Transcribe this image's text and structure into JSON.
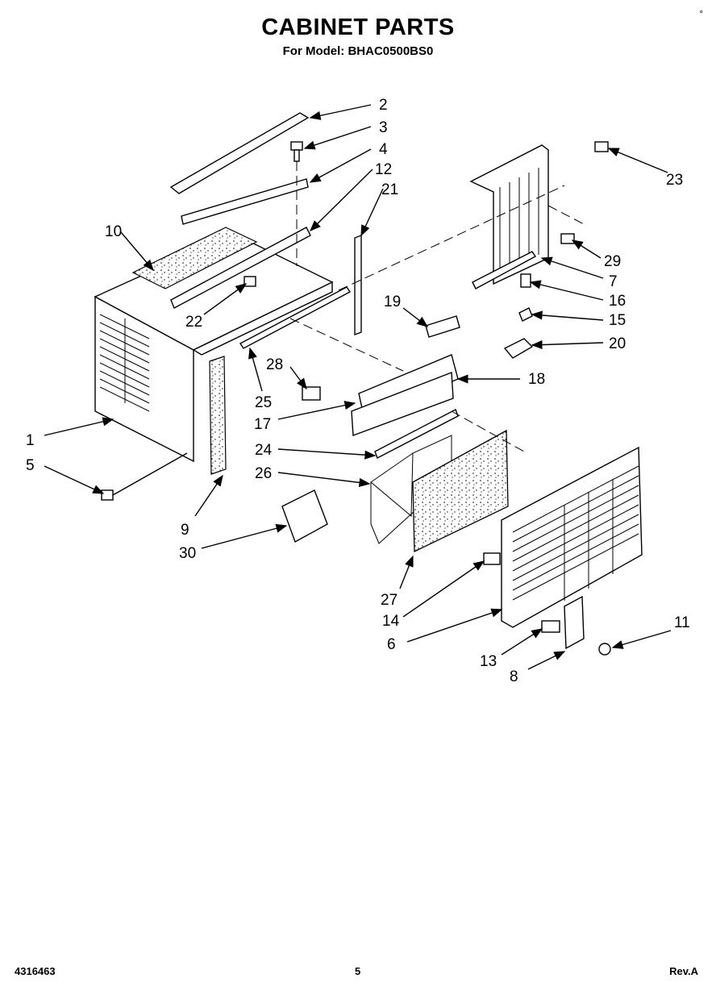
{
  "header": {
    "title": "CABINET PARTS",
    "subtitle": "For Model: BHAC0500BS0",
    "corner_mark": "°"
  },
  "callouts": [
    "1",
    "2",
    "3",
    "4",
    "5",
    "6",
    "7",
    "8",
    "9",
    "10",
    "11",
    "12",
    "13",
    "14",
    "15",
    "16",
    "17",
    "18",
    "19",
    "20",
    "21",
    "22",
    "23",
    "24",
    "25",
    "26",
    "27",
    "28",
    "29",
    "30"
  ],
  "footer": {
    "part_number": "4316463",
    "page": "5",
    "revision": "Rev.A"
  }
}
